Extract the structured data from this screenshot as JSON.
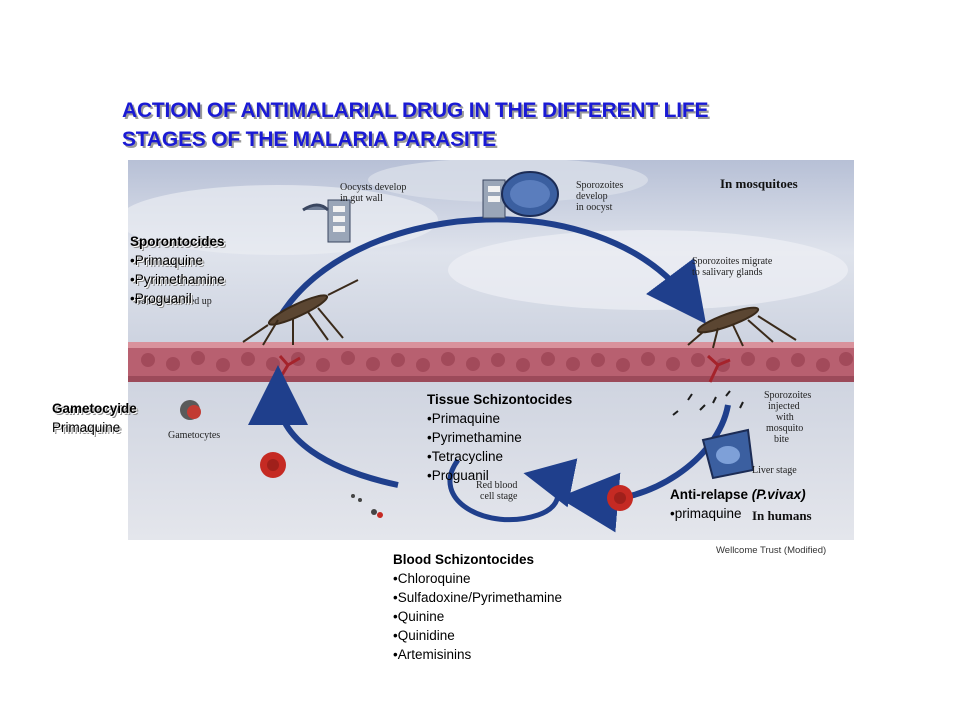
{
  "title": {
    "line1": "ACTION OF ANTIMALARIAL DRUG IN THE DIFFERENT LIFE",
    "line2": "STAGES OF THE MALARIA PARASITE"
  },
  "sporontocides": {
    "heading": "Sporontocides",
    "items": [
      "•Primaquine",
      "•Pyrimethamine",
      "•Proguanil"
    ]
  },
  "gametocyide": {
    "heading": "Gametocyide",
    "items": [
      "Primaquine"
    ]
  },
  "tissue_schizontocides": {
    "heading": "Tissue Schizontocides",
    "items": [
      "•Primaquine",
      "•Pyrimethamine",
      "•Tetracycline",
      "•Proguanil"
    ]
  },
  "anti_relapse": {
    "heading": "Anti-relapse",
    "qualifier": "(P.vivax)",
    "items": [
      "•primaquine"
    ]
  },
  "blood_schizontocides": {
    "heading": "Blood Schizontocides",
    "items": [
      "•Chloroquine",
      "•Sulfadoxine/Pyrimethamine",
      "•Quinine",
      "•Quinidine",
      "•Artemisinins"
    ]
  },
  "credit": "Wellcome Trust (Modified)",
  "image_labels": {
    "oocysts": [
      "Oocysts develop",
      "in gut wall"
    ],
    "sporozoites_develop": [
      "Sporozoites",
      "develop",
      "in oocyst"
    ],
    "in_mosquitoes": "In mosquitoes",
    "gametes_sucked": "Gametes sucked up",
    "sporozoites_migrate": [
      "Sporozoites migrate",
      "to salivary glands"
    ],
    "sporozoites_injected": [
      "Sporozoites",
      "injected",
      "with",
      "mosquito",
      "bite"
    ],
    "gametocytes": "Gametocytes",
    "liver_stage": "Liver stage",
    "red_blood_cell_stage": [
      "Red blood",
      "cell stage"
    ],
    "in_humans": "In humans"
  },
  "colors": {
    "title": "#1a1ad4",
    "arrow": "#1f3f8c",
    "skin": "#b86070",
    "sky": "#c9d2e2"
  }
}
